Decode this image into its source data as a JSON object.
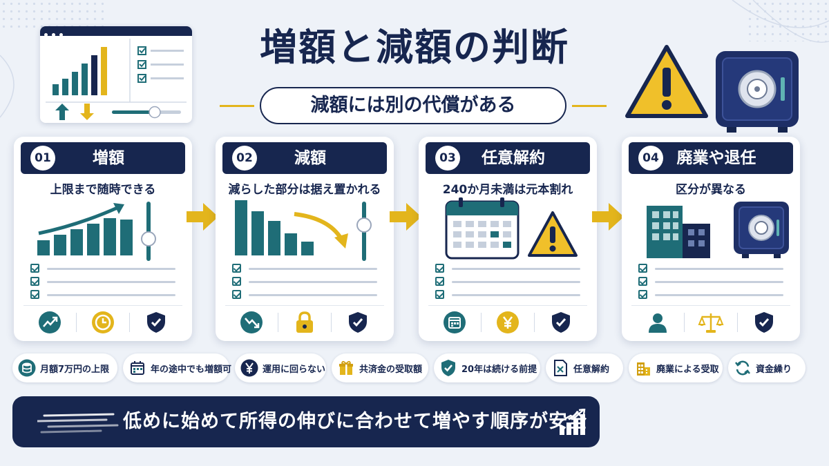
{
  "header": {
    "title": "増額と減額の判断",
    "subtitle": "減額には別の代償がある"
  },
  "colors": {
    "navy": "#17264f",
    "teal": "#1f6d77",
    "gold": "#e3b51c",
    "background": "#eef2f8"
  },
  "cards": [
    {
      "num": "01",
      "title": "増額",
      "desc": "上限まで随時できる",
      "icons": [
        "trend-up-icon",
        "clock-icon",
        "shield-check-icon"
      ]
    },
    {
      "num": "02",
      "title": "減額",
      "desc": "減らした部分は据え置かれる",
      "icons": [
        "trend-down-icon",
        "lock-icon",
        "shield-check-icon"
      ]
    },
    {
      "num": "03",
      "title": "任意解約",
      "desc": "240か月未満は元本割れ",
      "icons": [
        "calendar-icon",
        "yen-icon",
        "shield-check-icon"
      ]
    },
    {
      "num": "04",
      "title": "廃業や退任",
      "desc": "区分が異なる",
      "icons": [
        "person-icon",
        "scales-icon",
        "shield-check-icon"
      ]
    }
  ],
  "tags": [
    {
      "label": "月額7万円の上限",
      "icon": "coins-icon"
    },
    {
      "label": "年の途中でも増額可",
      "icon": "calendar-icon"
    },
    {
      "label": "運用に回らない",
      "icon": "yen-icon"
    },
    {
      "label": "共済金の受取額",
      "icon": "gift-icon"
    },
    {
      "label": "20年は続ける前提",
      "icon": "shield-check-icon"
    },
    {
      "label": "任意解約",
      "icon": "document-x-icon"
    },
    {
      "label": "廃業による受取",
      "icon": "building-icon"
    },
    {
      "label": "資金繰り",
      "icon": "refresh-icon"
    }
  ],
  "banner": {
    "text": "低めに始めて所得の伸びに合わせて増やす順序が安全"
  }
}
